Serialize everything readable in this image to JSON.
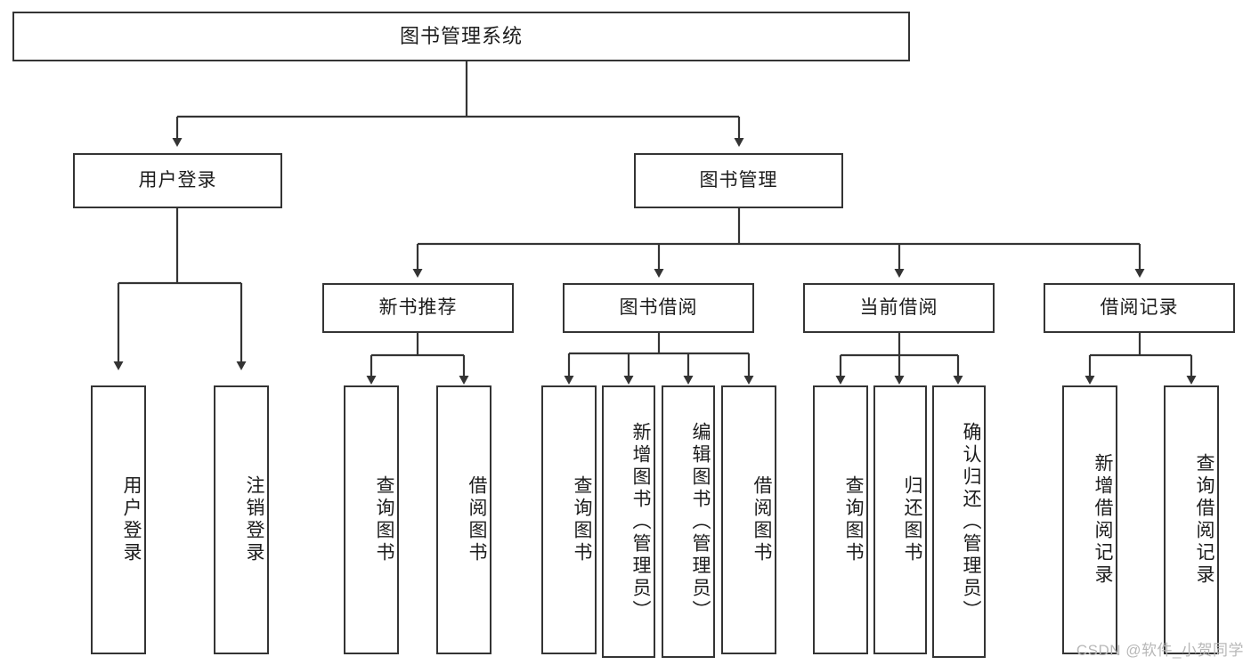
{
  "diagram": {
    "title": "图书管理系统",
    "type": "tree",
    "watermark": "CSDN @软件_小贺同学",
    "colors": {
      "border": "#343434",
      "text": "#1c1c1c",
      "background": "#ffffff",
      "watermark": "#b8b8b8"
    },
    "root": {
      "label": "图书管理系统"
    },
    "level2": [
      {
        "id": "user-login",
        "label": "用户登录"
      },
      {
        "id": "book-manage",
        "label": "图书管理"
      }
    ],
    "level3": [
      {
        "id": "new-book-recommend",
        "label": "新书推荐"
      },
      {
        "id": "book-borrow",
        "label": "图书借阅"
      },
      {
        "id": "current-borrow",
        "label": "当前借阅"
      },
      {
        "id": "borrow-record",
        "label": "借阅记录"
      }
    ],
    "leaves": [
      {
        "id": "leaf-user-login",
        "label": "用户登录",
        "parent": "user-login"
      },
      {
        "id": "leaf-user-logout",
        "label": "注销登录",
        "parent": "user-login"
      },
      {
        "id": "leaf-query-book-1",
        "label": "查询图书",
        "parent": "new-book-recommend"
      },
      {
        "id": "leaf-borrow-book-1",
        "label": "借阅图书",
        "parent": "new-book-recommend"
      },
      {
        "id": "leaf-query-book-2",
        "label": "查询图书",
        "parent": "book-borrow"
      },
      {
        "id": "leaf-add-book",
        "label": "新增图书（管理员）",
        "parent": "book-borrow"
      },
      {
        "id": "leaf-edit-book",
        "label": "编辑图书（管理员）",
        "parent": "book-borrow"
      },
      {
        "id": "leaf-borrow-book-2",
        "label": "借阅图书",
        "parent": "book-borrow"
      },
      {
        "id": "leaf-query-book-3",
        "label": "查询图书",
        "parent": "current-borrow"
      },
      {
        "id": "leaf-return-book",
        "label": "归还图书",
        "parent": "current-borrow"
      },
      {
        "id": "leaf-confirm-return",
        "label": "确认归还（管理员）",
        "parent": "current-borrow"
      },
      {
        "id": "leaf-add-record",
        "label": "新增借阅记录",
        "parent": "borrow-record"
      },
      {
        "id": "leaf-query-record",
        "label": "查询借阅记录",
        "parent": "borrow-record"
      }
    ]
  }
}
